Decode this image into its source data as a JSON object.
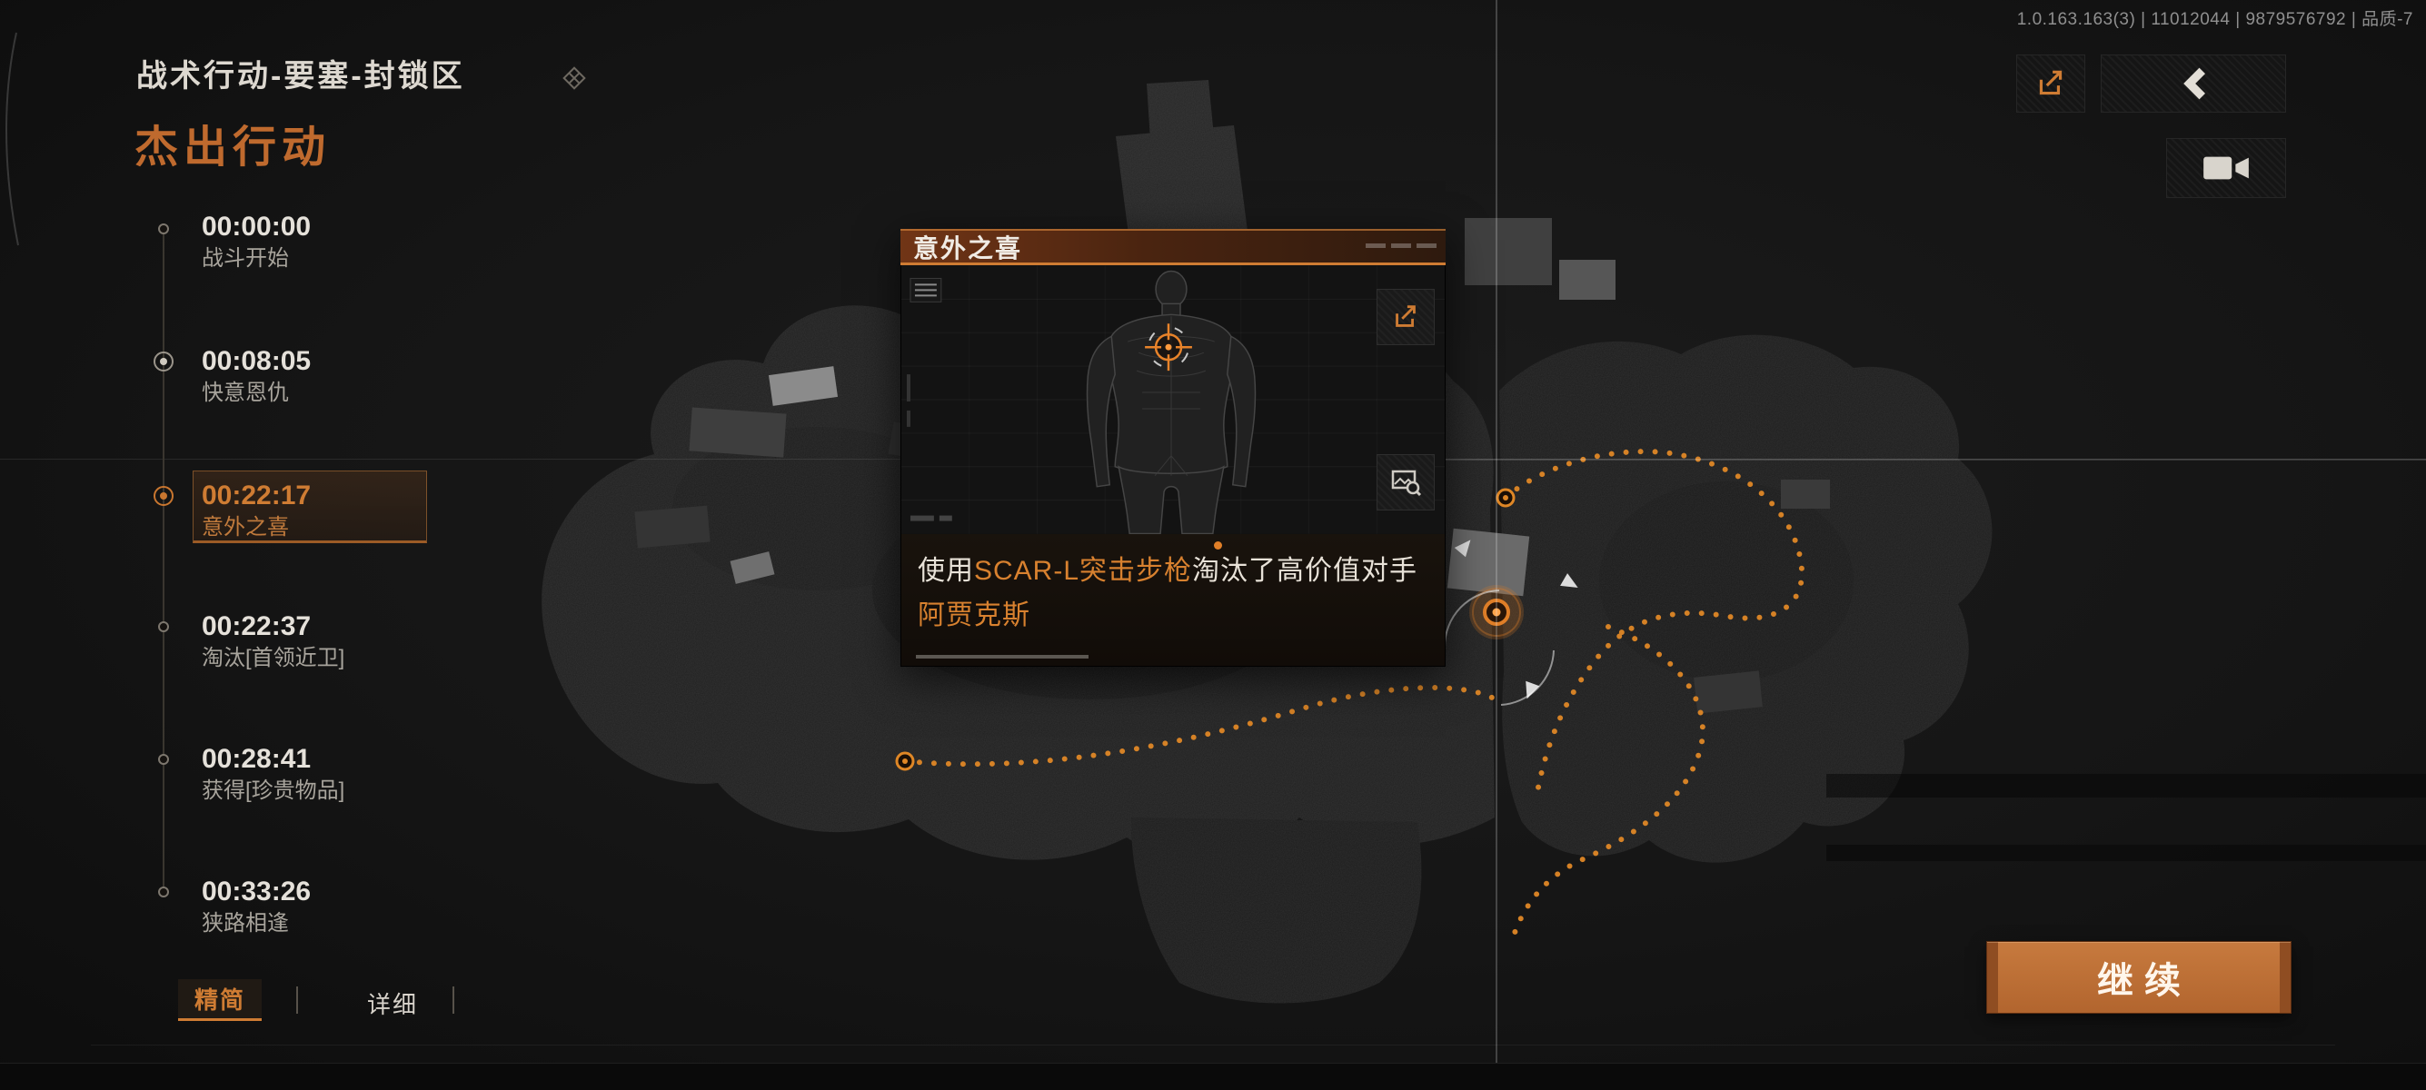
{
  "meta": {
    "version_line": "1.0.163.163(3) | 11012044 | 9879576792 | 品质-7"
  },
  "header": {
    "mission_title": "战术行动-要塞-封锁区",
    "rating_title": "杰出行动"
  },
  "timeline": {
    "items": [
      {
        "time": "00:00:00",
        "label": "战斗开始",
        "selected": false
      },
      {
        "time": "00:08:05",
        "label": "快意恩仇",
        "selected": false
      },
      {
        "time": "00:22:17",
        "label": "意外之喜",
        "selected": true
      },
      {
        "time": "00:22:37",
        "label": "淘汰[首领近卫]",
        "selected": false
      },
      {
        "time": "00:28:41",
        "label": "获得[珍贵物品]",
        "selected": false
      },
      {
        "time": "00:33:26",
        "label": "狭路相逢",
        "selected": false
      }
    ]
  },
  "tabs": {
    "simple": "精简",
    "detailed": "详细"
  },
  "event_popup": {
    "title": "意外之喜",
    "caption": {
      "seg1": "使用",
      "seg2": "SCAR-L突击步枪",
      "seg3": "淘汰了高价值对手",
      "seg4": "阿贾克斯"
    }
  },
  "actions": {
    "continue_label": "继续"
  },
  "colors": {
    "accent_orange": "#cf7c33",
    "trail_orange": "#df8726",
    "rating_orange": "#bf6a2e"
  },
  "icons": {
    "title_marker": "diamond-x-icon",
    "share": "share-arrow-icon",
    "back": "chevron-left-icon",
    "video": "video-camera-icon",
    "image_zoom": "image-zoom-icon",
    "target": "reticle-icon"
  }
}
